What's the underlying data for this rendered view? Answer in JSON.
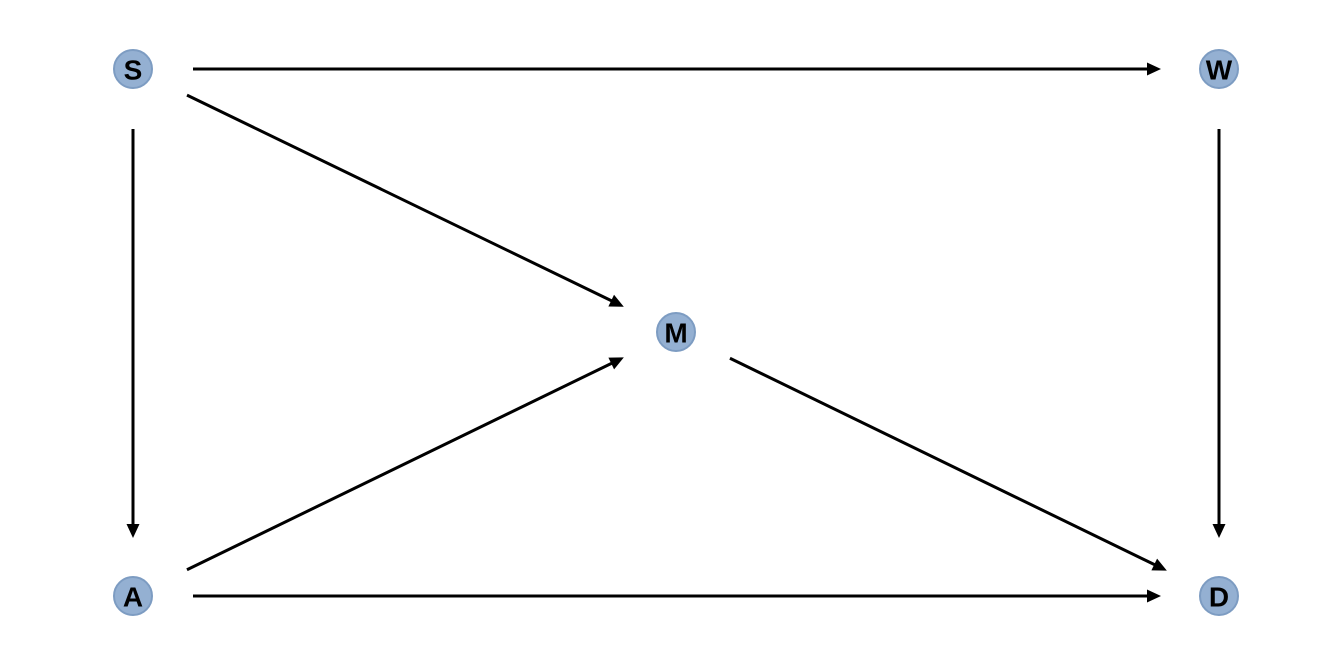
{
  "diagram": {
    "nodes": [
      {
        "id": "S",
        "label": "S"
      },
      {
        "id": "W",
        "label": "W"
      },
      {
        "id": "M",
        "label": "M"
      },
      {
        "id": "A",
        "label": "A"
      },
      {
        "id": "D",
        "label": "D"
      }
    ],
    "edges": [
      {
        "from": "S",
        "to": "W"
      },
      {
        "from": "S",
        "to": "M"
      },
      {
        "from": "S",
        "to": "A"
      },
      {
        "from": "W",
        "to": "D"
      },
      {
        "from": "A",
        "to": "M"
      },
      {
        "from": "M",
        "to": "D"
      },
      {
        "from": "A",
        "to": "D"
      }
    ],
    "node_color": "#94b0d2",
    "node_border_color": "#7d9cc2",
    "edge_color": "#000000"
  }
}
